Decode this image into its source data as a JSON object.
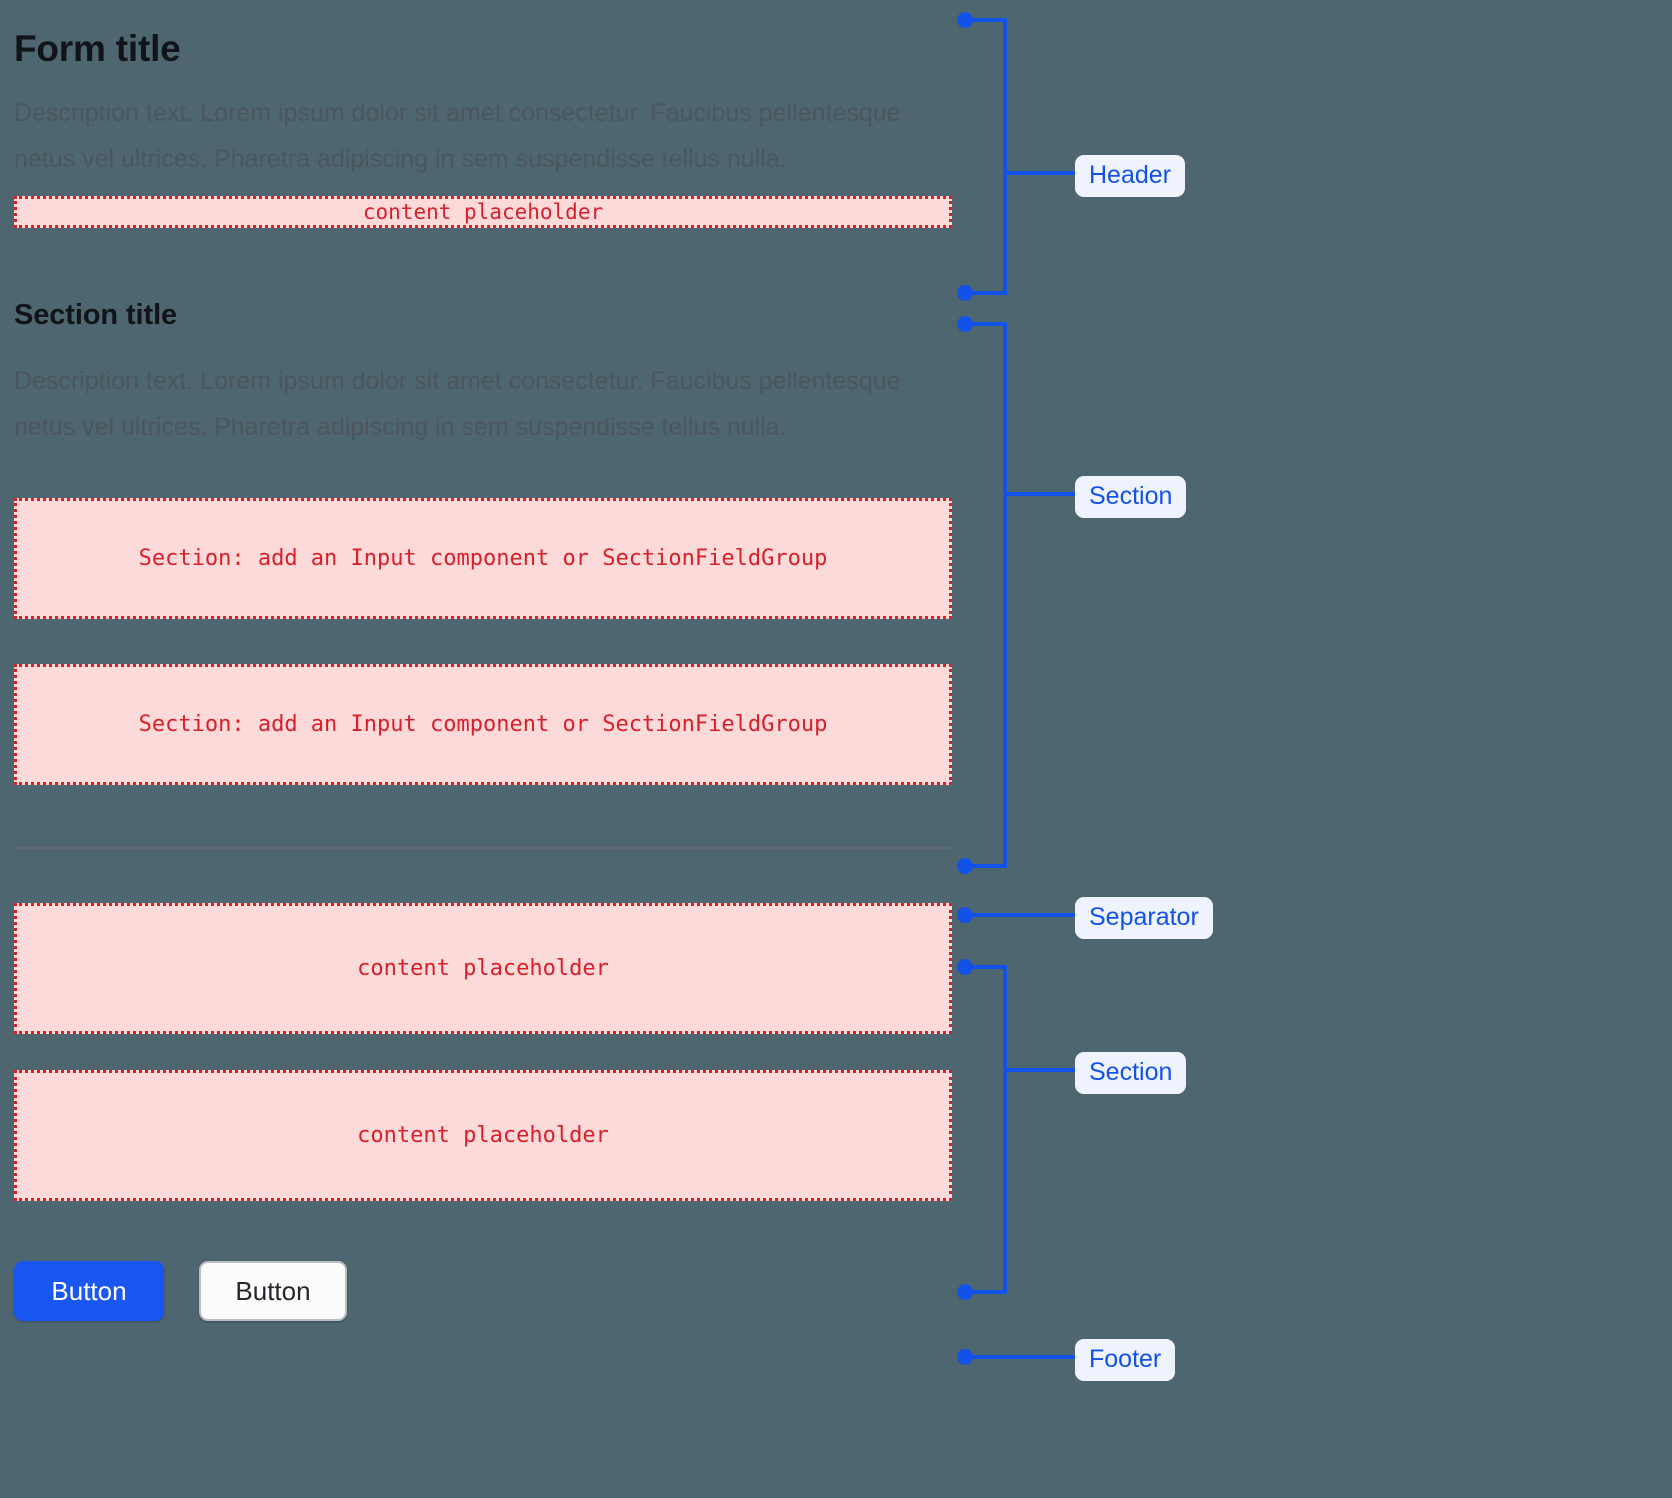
{
  "theme": {
    "background": "#4d6670",
    "placeholder_fill": "#fcdada",
    "placeholder_border": "#d81f26",
    "placeholder_text": "#d8202a",
    "annotation_color": "#1352e8",
    "badge_background": "#eef3fe",
    "primary_button": "#1a56f0",
    "separator_color": "#606b74"
  },
  "form": {
    "title": "Form title",
    "header_description": "Description text. Lorem ipsum dolor sit amet consectetur. Faucibus pellentesque netus vel ultrices. Pharetra adipiscing in sem suspendisse tellus nulla.",
    "header_placeholder": "content placeholder",
    "section_title": "Section title",
    "section_description": "Description text. Lorem ipsum dolor sit amet consectetur. Faucibus pellentesque netus vel ultrices. Pharetra adipiscing in sem suspendisse tellus nulla.",
    "section_field_placeholder_1": "Section: add an Input component or SectionFieldGroup",
    "section_field_placeholder_2": "Section: add an Input component or SectionFieldGroup",
    "content_placeholder_1": "content placeholder",
    "content_placeholder_2": "content placeholder"
  },
  "footer": {
    "primary_button_label": "Button",
    "secondary_button_label": "Button"
  },
  "annotations": {
    "header": "Header",
    "section_top": "Section",
    "separator": "Separator",
    "section_bottom": "Section",
    "footer": "Footer"
  }
}
